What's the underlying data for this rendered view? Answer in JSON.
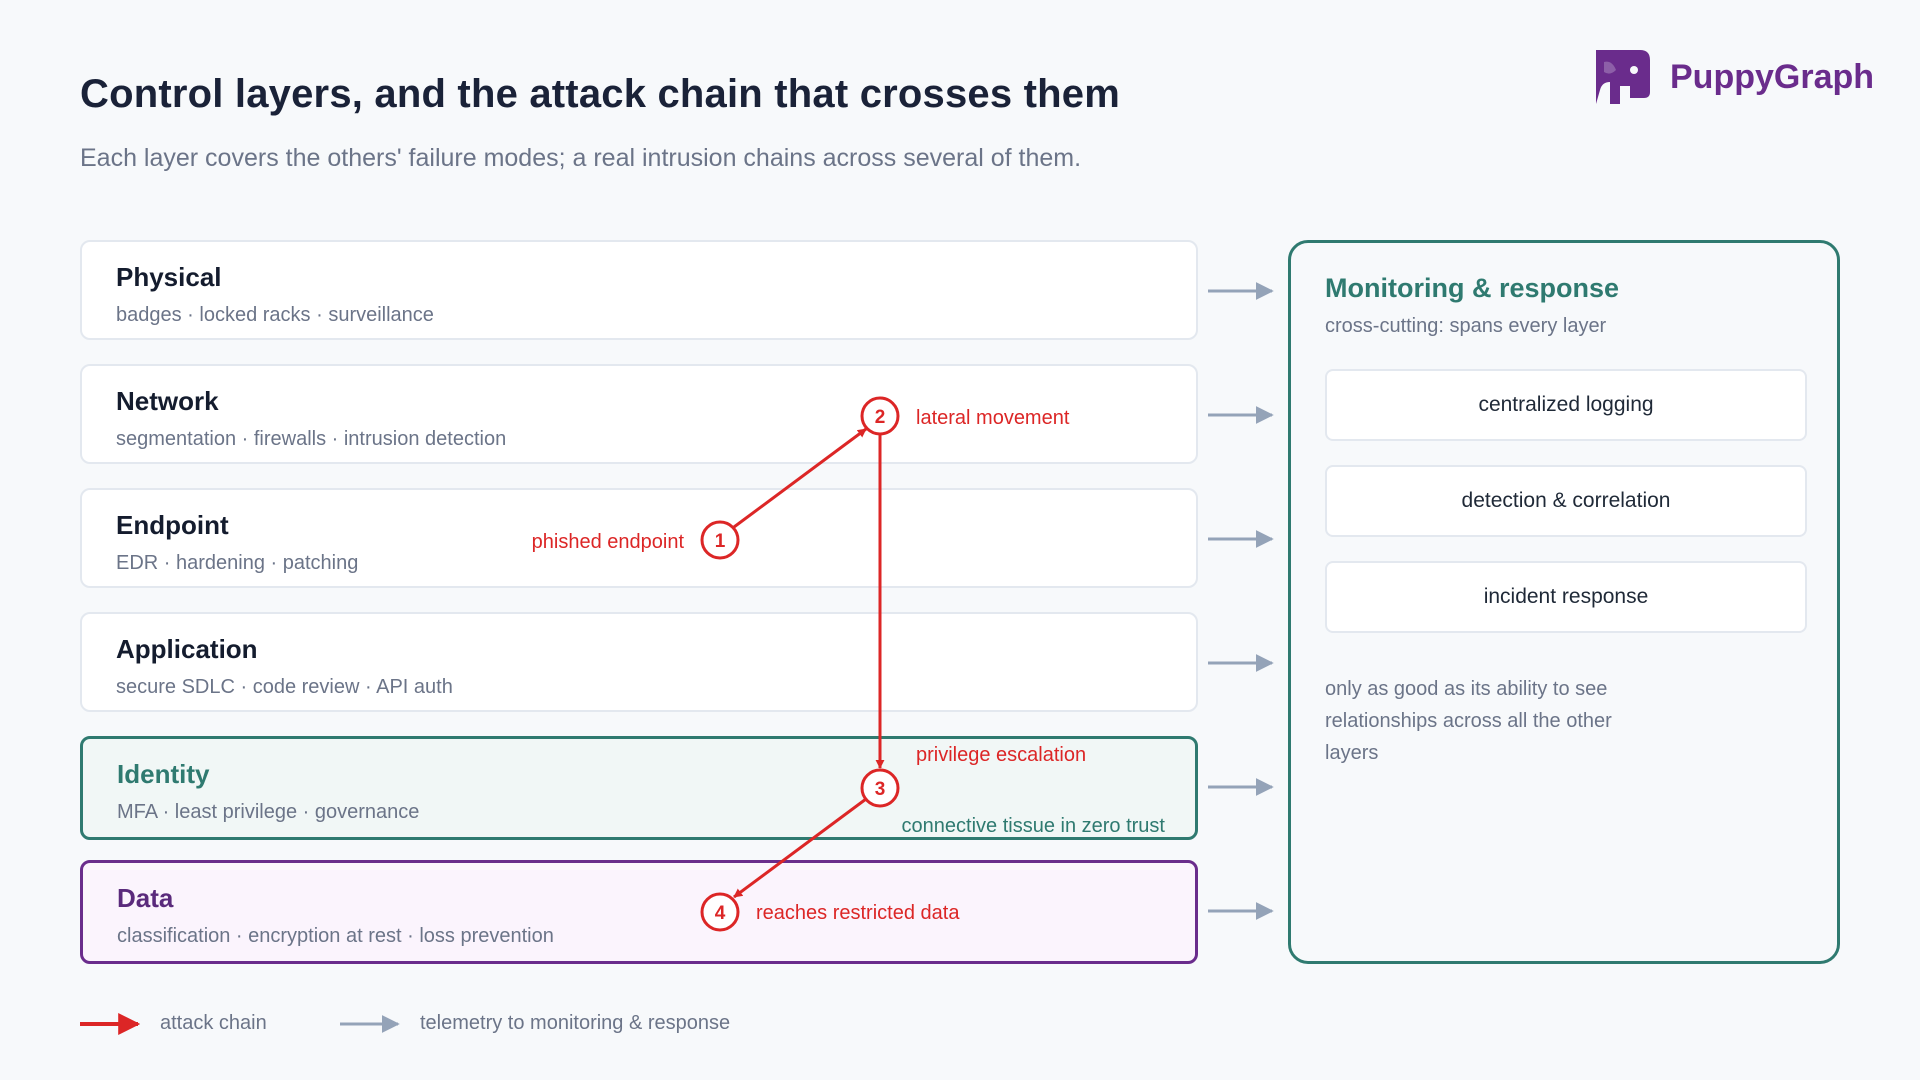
{
  "title": "Control layers, and the attack chain that crosses them",
  "subtitle": "Each layer covers the others' failure modes; a real intrusion chains across several of them.",
  "brand": {
    "name": "PuppyGraph",
    "logo_icon": "puppy-head-icon",
    "color": "#6a2c8c"
  },
  "layers": [
    {
      "name": "Physical",
      "items": "badges · locked racks · surveillance"
    },
    {
      "name": "Network",
      "items": "segmentation · firewalls · intrusion detection"
    },
    {
      "name": "Endpoint",
      "items": "EDR · hardening · patching"
    },
    {
      "name": "Application",
      "items": "secure SDLC · code review · API auth"
    },
    {
      "name": "Identity",
      "items": "MFA · least privilege · governance",
      "note": "connective tissue in zero trust"
    },
    {
      "name": "Data",
      "items": "classification · encryption at rest · loss prevention"
    }
  ],
  "monitoring": {
    "title": "Monitoring & response",
    "subtitle": "cross-cutting: spans every layer",
    "boxes": [
      "centralized logging",
      "detection & correlation",
      "incident response"
    ],
    "note": "only as good as its ability to see relationships across all the other layers"
  },
  "attack_chain": [
    {
      "step": "1",
      "label": "phished endpoint"
    },
    {
      "step": "2",
      "label": "lateral movement"
    },
    {
      "step": "3",
      "label": "privilege escalation"
    },
    {
      "step": "4",
      "label": "reaches restricted data"
    }
  ],
  "legend": {
    "attack": "attack chain",
    "telemetry": "telemetry to monitoring & response"
  },
  "colors": {
    "attack": "#dc2626",
    "telemetry": "#94a3b8",
    "identity": "#2f7a70",
    "data": "#6a2c8c",
    "monitoring": "#2f7a70"
  }
}
